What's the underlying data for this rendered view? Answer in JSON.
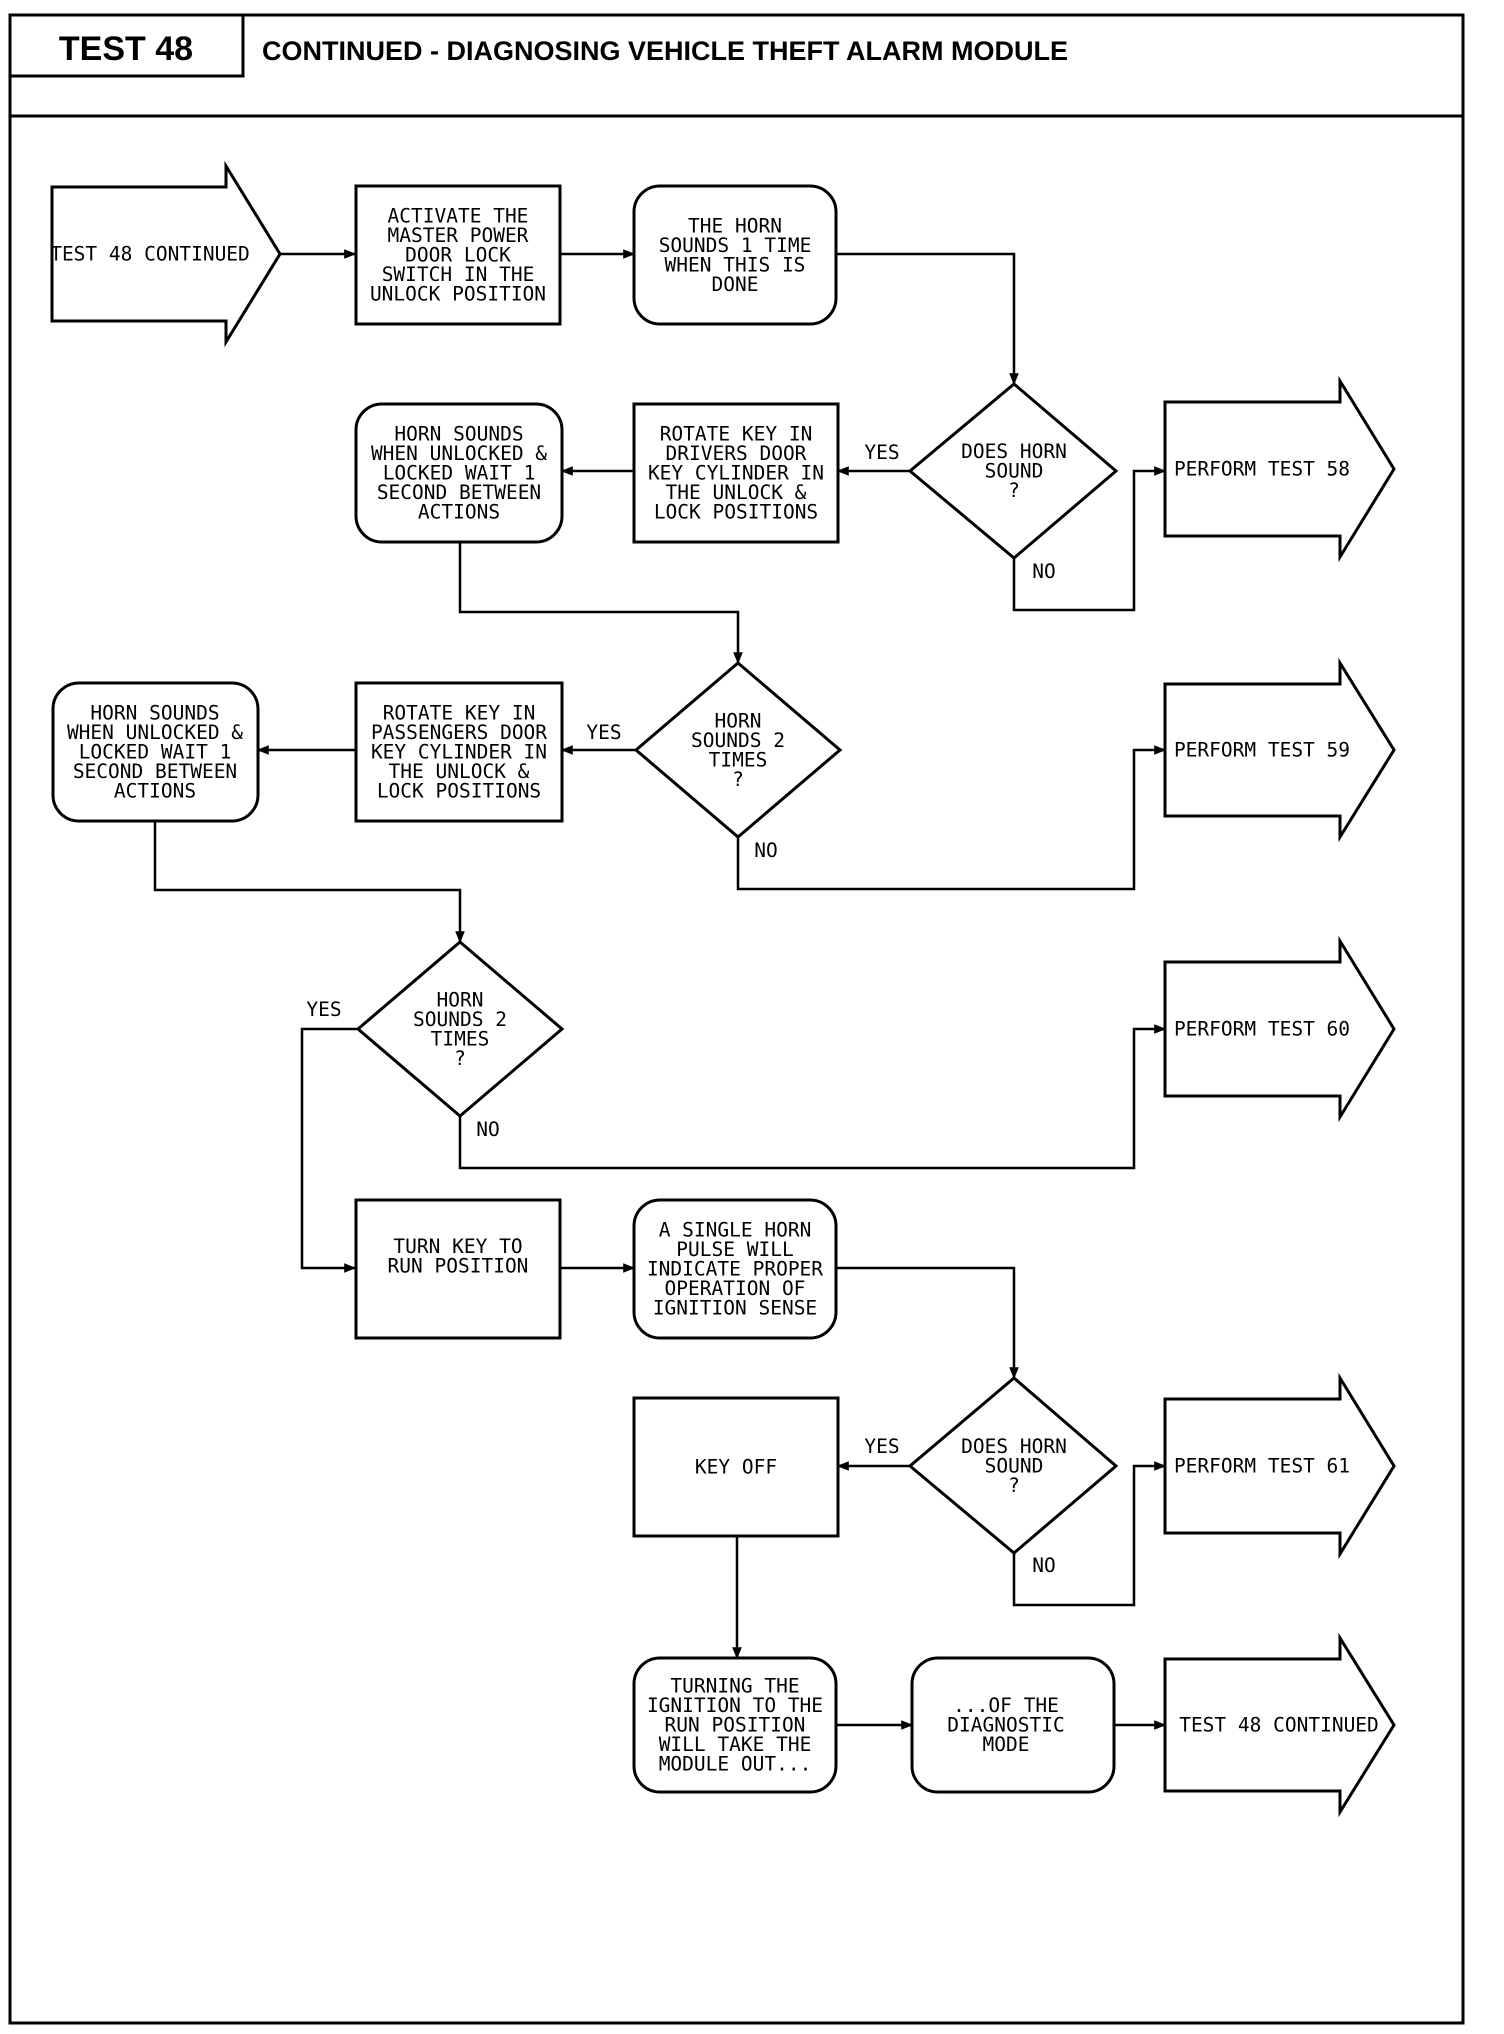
{
  "header": {
    "test_label": "TEST 48",
    "title": "CONTINUED - DIAGNOSING VEHICLE THEFT ALARM MODULE"
  },
  "nodes": {
    "start": [
      "TEST 48 CONTINUED"
    ],
    "activate_switch": [
      "ACTIVATE THE",
      "MASTER POWER",
      "DOOR LOCK",
      "SWITCH IN THE",
      "UNLOCK POSITION"
    ],
    "horn_sounds_once": [
      "THE HORN",
      "SOUNDS 1 TIME",
      "WHEN THIS IS",
      "DONE"
    ],
    "dec_horn_1": [
      "DOES HORN",
      "SOUND",
      "?"
    ],
    "perform_58": [
      "PERFORM TEST 58"
    ],
    "rotate_drivers": [
      "ROTATE KEY IN",
      "DRIVERS DOOR",
      "KEY CYLINDER IN",
      "THE UNLOCK &",
      "LOCK POSITIONS"
    ],
    "horn_wait_1": [
      "HORN SOUNDS",
      "WHEN UNLOCKED &",
      "LOCKED WAIT 1",
      "SECOND BETWEEN",
      "ACTIONS"
    ],
    "dec_horn_2": [
      "HORN",
      "SOUNDS 2",
      "TIMES",
      "?"
    ],
    "perform_59": [
      "PERFORM TEST 59"
    ],
    "rotate_passengers": [
      "ROTATE KEY IN",
      "PASSENGERS DOOR",
      "KEY CYLINDER IN",
      "THE UNLOCK &",
      "LOCK POSITIONS"
    ],
    "horn_wait_2": [
      "HORN SOUNDS",
      "WHEN UNLOCKED &",
      "LOCKED WAIT 1",
      "SECOND BETWEEN",
      "ACTIONS"
    ],
    "dec_horn_3": [
      "HORN",
      "SOUNDS 2",
      "TIMES",
      "?"
    ],
    "perform_60": [
      "PERFORM TEST 60"
    ],
    "turn_key_run": [
      "TURN KEY TO",
      "RUN POSITION"
    ],
    "single_pulse": [
      "A SINGLE HORN",
      "PULSE WILL",
      "INDICATE PROPER",
      "OPERATION OF",
      "IGNITION SENSE"
    ],
    "dec_horn_4": [
      "DOES HORN",
      "SOUND",
      "?"
    ],
    "perform_61": [
      "PERFORM TEST 61"
    ],
    "key_off": [
      "KEY OFF"
    ],
    "turning_ignition": [
      "TURNING THE",
      "IGNITION TO THE",
      "RUN POSITION",
      "WILL TAKE THE",
      "MODULE OUT..."
    ],
    "diagnostic_mode": [
      "...OF THE",
      "DIAGNOSTIC",
      "MODE"
    ],
    "end": [
      "TEST 48 CONTINUED"
    ]
  },
  "branch_labels": {
    "yes": "YES",
    "no": "NO"
  }
}
